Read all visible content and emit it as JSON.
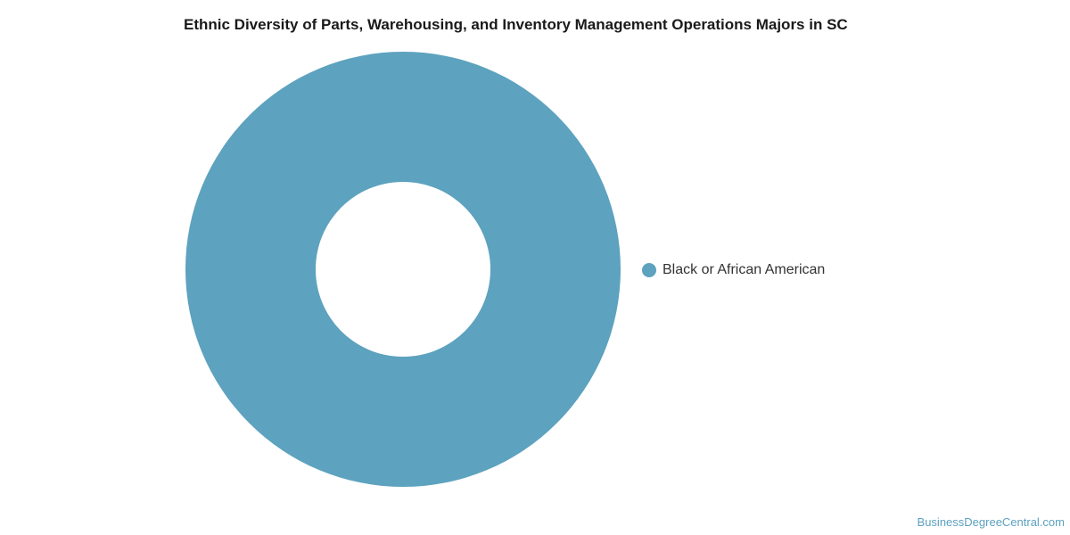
{
  "chart_data": {
    "type": "pie",
    "title": "Ethnic Diversity of Parts, Warehousing, and Inventory Management Operations Majors in SC",
    "categories": [
      "Black or African American"
    ],
    "values": [
      100
    ],
    "colors": [
      "#5da2be"
    ],
    "donut": true,
    "legend_position": "right"
  },
  "watermark": "BusinessDegreeCentral.com"
}
